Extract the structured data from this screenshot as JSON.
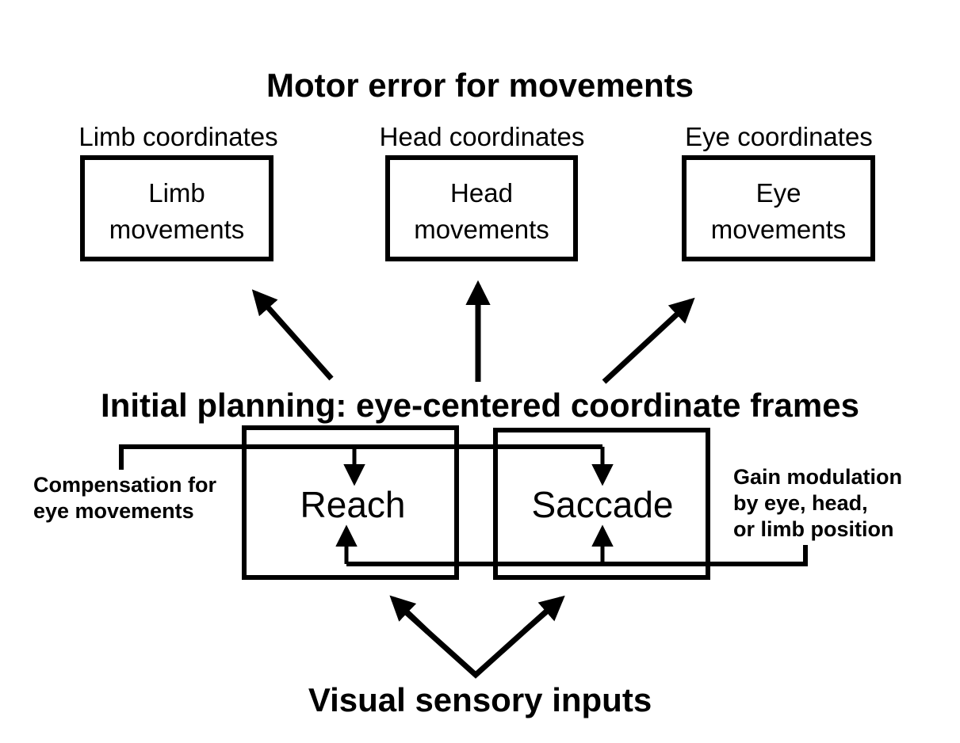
{
  "title": "Motor error for movements",
  "coordinates": {
    "limb": "Limb coordinates",
    "head": "Head coordinates",
    "eye": "Eye coordinates"
  },
  "movement_boxes": {
    "limb": {
      "line1": "Limb",
      "line2": "movements"
    },
    "head": {
      "line1": "Head",
      "line2": "movements"
    },
    "eye": {
      "line1": "Eye",
      "line2": "movements"
    }
  },
  "planning_title": "Initial planning: eye-centered coordinate frames",
  "planning_boxes": {
    "reach": "Reach",
    "saccade": "Saccade"
  },
  "side_notes": {
    "left": {
      "line1": "Compensation for",
      "line2": "eye movements"
    },
    "right": {
      "line1": "Gain modulation",
      "line2": "by eye, head,",
      "line3": "or limb position"
    }
  },
  "bottom_title": "Visual sensory inputs"
}
